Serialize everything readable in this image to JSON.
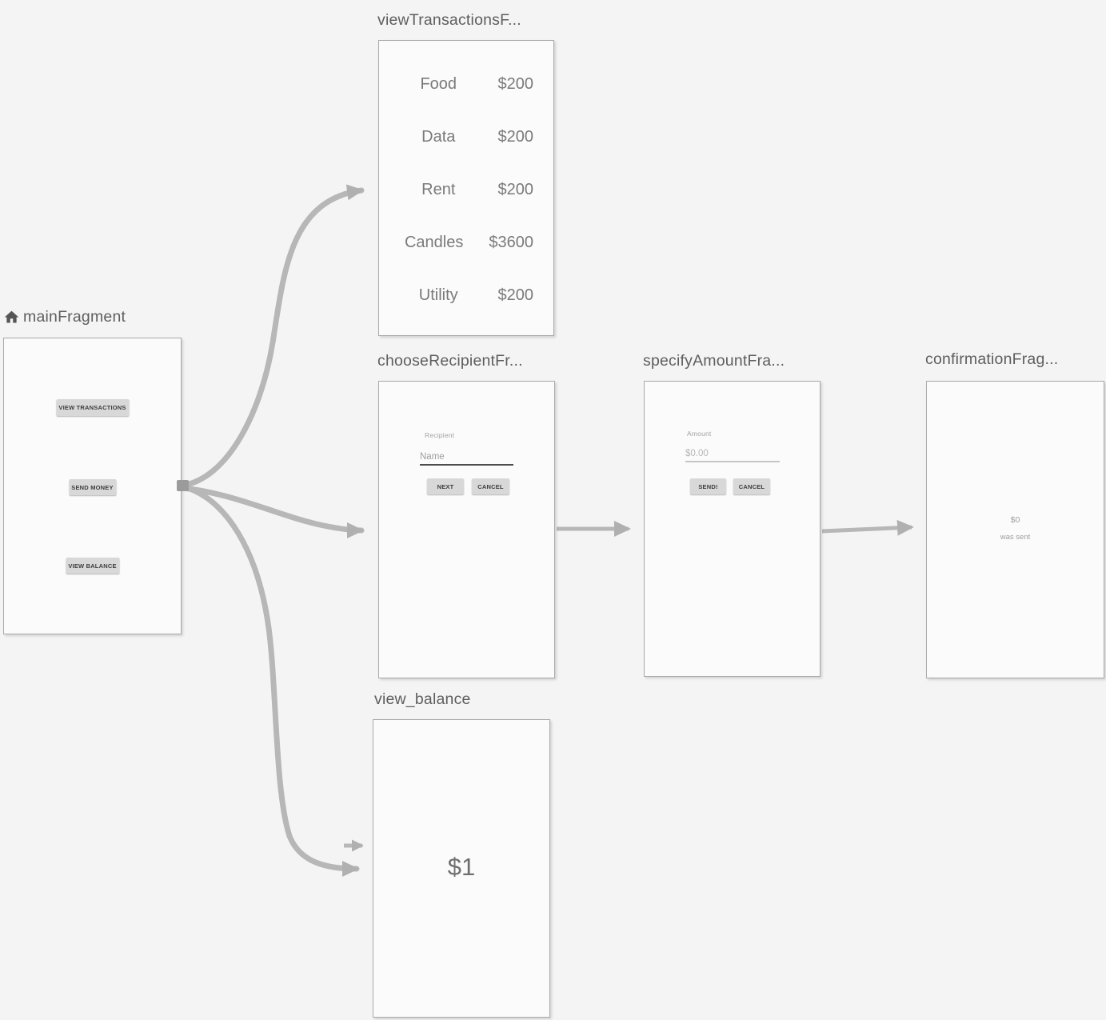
{
  "editor": {
    "colors": {
      "background": "#f4f4f4",
      "panel": "#fbfbfb",
      "panel_border": "#a9a9a9",
      "arrow": "#b7b7b7",
      "title_text": "#5e5e5e",
      "button_bg": "#d8d8d8"
    }
  },
  "fragments": {
    "viewTransactions": {
      "title": "viewTransactionsF...",
      "transactions": [
        {
          "label": "Food",
          "amount": "$200"
        },
        {
          "label": "Data",
          "amount": "$200"
        },
        {
          "label": "Rent",
          "amount": "$200"
        },
        {
          "label": "Candles",
          "amount": "$3600"
        },
        {
          "label": "Utility",
          "amount": "$200"
        }
      ]
    },
    "main": {
      "title": "mainFragment",
      "home_icon": "home-icon",
      "view_transactions_button": "VIEW TRANSACTIONS",
      "send_money_button": "SEND MONEY",
      "view_balance_button": "VIEW BALANCE"
    },
    "chooseRecipient": {
      "title": "chooseRecipientFr...",
      "field_label": "Recipient",
      "field_placeholder": "Name",
      "next_button": "NEXT",
      "cancel_button": "CANCEL"
    },
    "specifyAmount": {
      "title": "specifyAmountFra...",
      "field_label": "Amount",
      "field_value": "$0.00",
      "send_button": "SEND!",
      "cancel_button": "CANCEL"
    },
    "confirmation": {
      "title": "confirmationFrag...",
      "amount": "$0",
      "message": "was sent"
    },
    "viewBalance": {
      "title": "view_balance",
      "balance": "$1"
    }
  }
}
